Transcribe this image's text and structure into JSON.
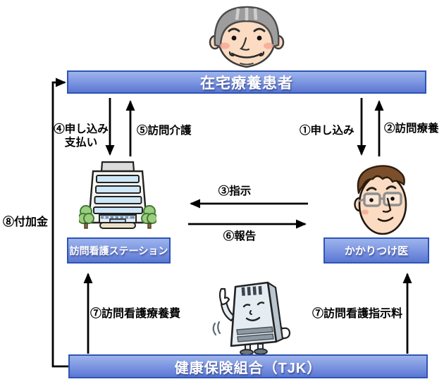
{
  "diagram": {
    "nodes": {
      "patient": {
        "label": "在宅療養患者"
      },
      "nurse_station": {
        "label": "訪問看護ステーション"
      },
      "doctor": {
        "label": "かかりつけ医"
      },
      "insurer": {
        "label": "健康保険組合（TJK）"
      }
    },
    "flows": {
      "f1_apply_doctor": {
        "label": "①申し込み"
      },
      "f2_visit_treatment": {
        "label": "②訪問療養"
      },
      "f3_instruction": {
        "label": "③指示"
      },
      "f4_apply_station": {
        "line1": "④申し込み",
        "line2": "支払い"
      },
      "f5_visit_care": {
        "label": "⑤訪問介護"
      },
      "f6_report": {
        "label": "⑥報告"
      },
      "f7_nursing_fee": {
        "label": "⑦訪問看護療養費"
      },
      "f7_instruction_fee": {
        "label": "⑦訪問看護指示料"
      },
      "f8_additional": {
        "label": "⑧付加金"
      }
    },
    "colors": {
      "banner_gradient_top": "#9DB4EC",
      "banner_gradient_bottom": "#5A77D3",
      "banner_border": "#2F55B4",
      "banner_text": "#FFFFFF",
      "arrow": "#000000",
      "label_text": "#000000"
    }
  }
}
